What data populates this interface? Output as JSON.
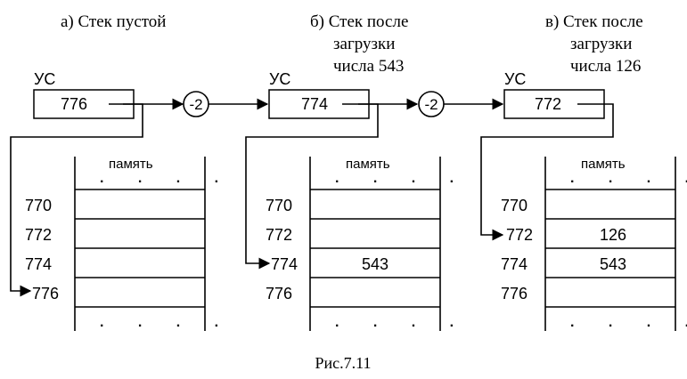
{
  "figure": {
    "caption": "Рис.7.11",
    "memory_label": "память",
    "register_label": "УС",
    "decrement_label": "-2",
    "ellipsis": ". . . .",
    "row_addresses": [
      "770",
      "772",
      "774",
      "776"
    ],
    "panels": [
      {
        "id": "a",
        "title_lines": [
          "а) Стек пустой"
        ],
        "sp_value": "776",
        "pointed_address": "776",
        "cells": [
          "",
          "",
          "",
          ""
        ]
      },
      {
        "id": "b",
        "title_lines": [
          "б) Стек после",
          "загрузки",
          "числа 543"
        ],
        "sp_value": "774",
        "pointed_address": "774",
        "cells": [
          "",
          "",
          "543",
          ""
        ]
      },
      {
        "id": "c",
        "title_lines": [
          "в) Стек после",
          "загрузки",
          "числа 126"
        ],
        "sp_value": "772",
        "pointed_address": "772",
        "cells": [
          "",
          "126",
          "543",
          ""
        ]
      }
    ]
  }
}
